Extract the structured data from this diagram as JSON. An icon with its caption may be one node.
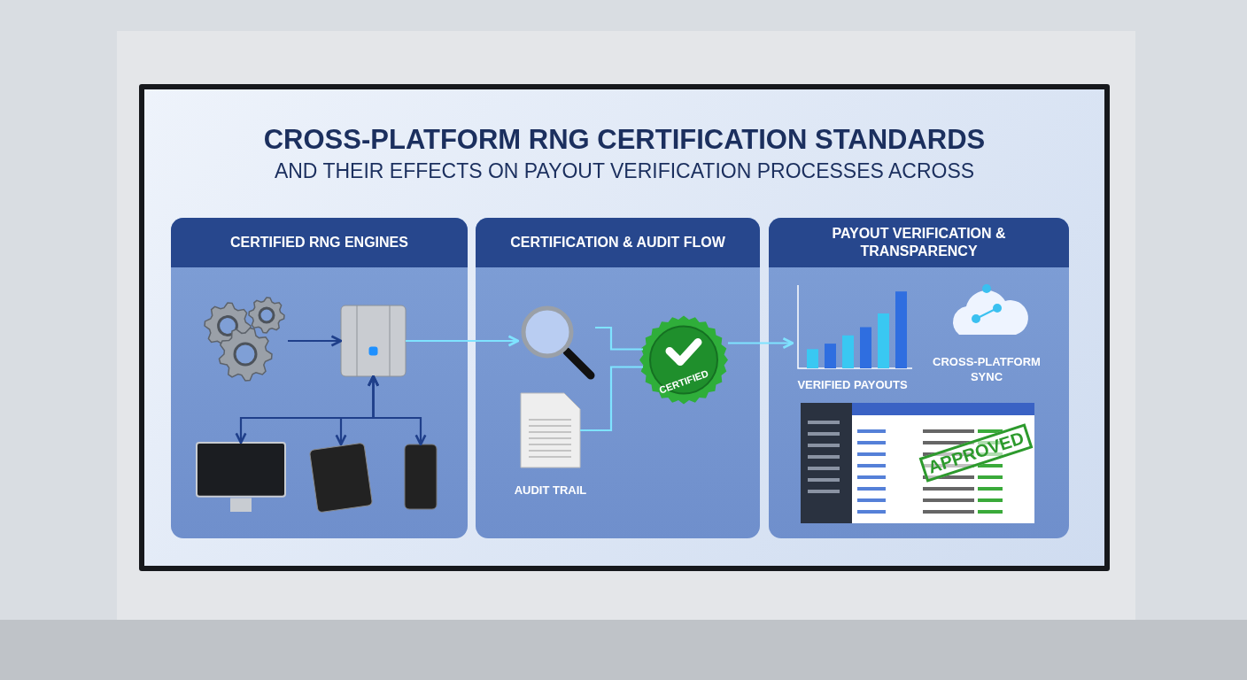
{
  "diagram": {
    "title": "CROSS-PLATFORM RNG CERTIFICATION STANDARDS",
    "nodes": [
      {
        "text": [
          "CERTIFIED RNG ENGINES"
        ]
      },
      {
        "text": [
          "CERTIFICATION & AUDIT FLOW"
        ]
      },
      {
        "text": [
          "PAYOUT VERIFICATION & TRANSPARENCY"
        ]
      },
      {
        "text": [],
        "shape": "gears",
        "in": 0
      },
      {
        "text": [],
        "shape": "server",
        "in": 0
      },
      {
        "text": [],
        "shape": "monitor",
        "in": 0
      },
      {
        "text": [],
        "shape": "tablet",
        "in": 0
      },
      {
        "text": [],
        "shape": "phone",
        "in": 0
      },
      {
        "text": [],
        "shape": "magnifier",
        "in": 1
      },
      {
        "text": [
          "AUDIT TRAIL"
        ],
        "in": 1
      },
      {
        "text": [
          "CERTIFIED"
        ],
        "in": 1
      },
      {
        "text": [
          "VERIFIED PAYOUTS"
        ],
        "in": 2
      },
      {
        "text": [
          "CROSS-PLATFORM SYNC"
        ],
        "in": 2
      },
      {
        "text": [],
        "shape": "dashboard",
        "in": 2
      }
    ],
    "edges": [
      {
        "from": 3,
        "to": 4,
        "arrow": "to"
      },
      {
        "from": 4,
        "to": 5,
        "arrow": "both"
      },
      {
        "from": 4,
        "to": 6,
        "arrow": "both"
      },
      {
        "from": 4,
        "to": 7,
        "arrow": "both"
      },
      {
        "from": 4,
        "to": 8,
        "arrow": "to",
        "color": "#7fe3ff"
      },
      {
        "from": 8,
        "to": 10,
        "arrow": "none",
        "color": "#7fe3ff"
      },
      {
        "from": 9,
        "to": 10,
        "arrow": "none",
        "color": "#7fe3ff"
      },
      {
        "from": 10,
        "to": 11,
        "arrow": "to",
        "color": "#7fe3ff"
      }
    ],
    "labels": [
      "AND THEIR EFFECTS ON PAYOUT VERIFICATION PROCESSES ACROSS",
      "APPROVED"
    ]
  }
}
